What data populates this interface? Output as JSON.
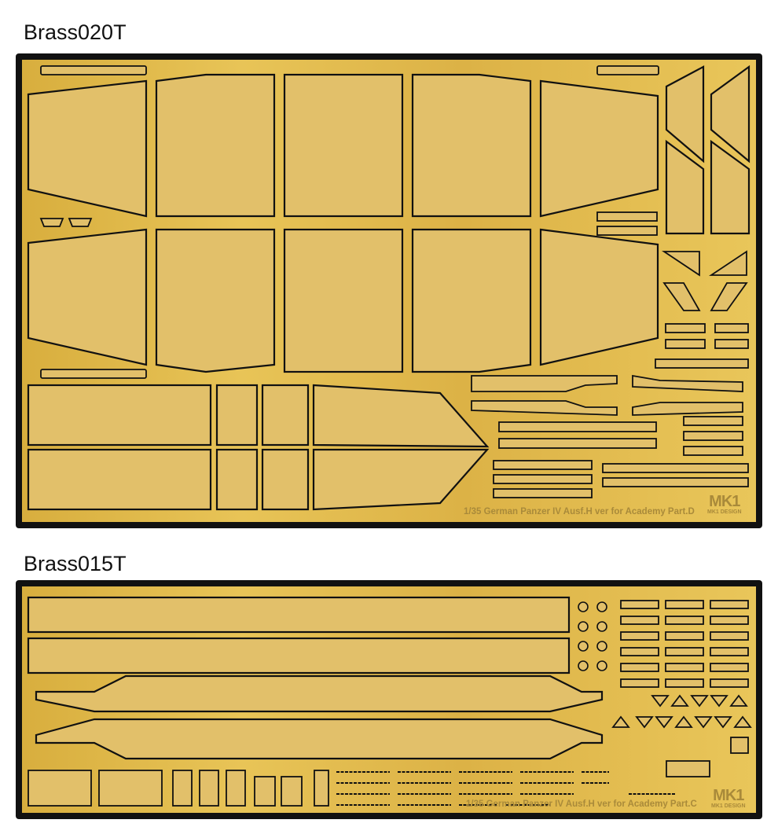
{
  "sheets": [
    {
      "title": "Brass020T",
      "label": "1/35 German Panzer IV Ausf.H ver for Academy Part.D",
      "logo": "MK1",
      "logo_sub": "MK1 DESIGN"
    },
    {
      "title": "Brass015T",
      "label": "1/35 German Panzer IV Ausf.H ver for Academy Part.C",
      "logo": "MK1",
      "logo_sub": "MK1 DESIGN"
    }
  ],
  "colors": {
    "brass": "#e2c06a",
    "frame": "#111111",
    "etch_text": "#a98a3a"
  }
}
